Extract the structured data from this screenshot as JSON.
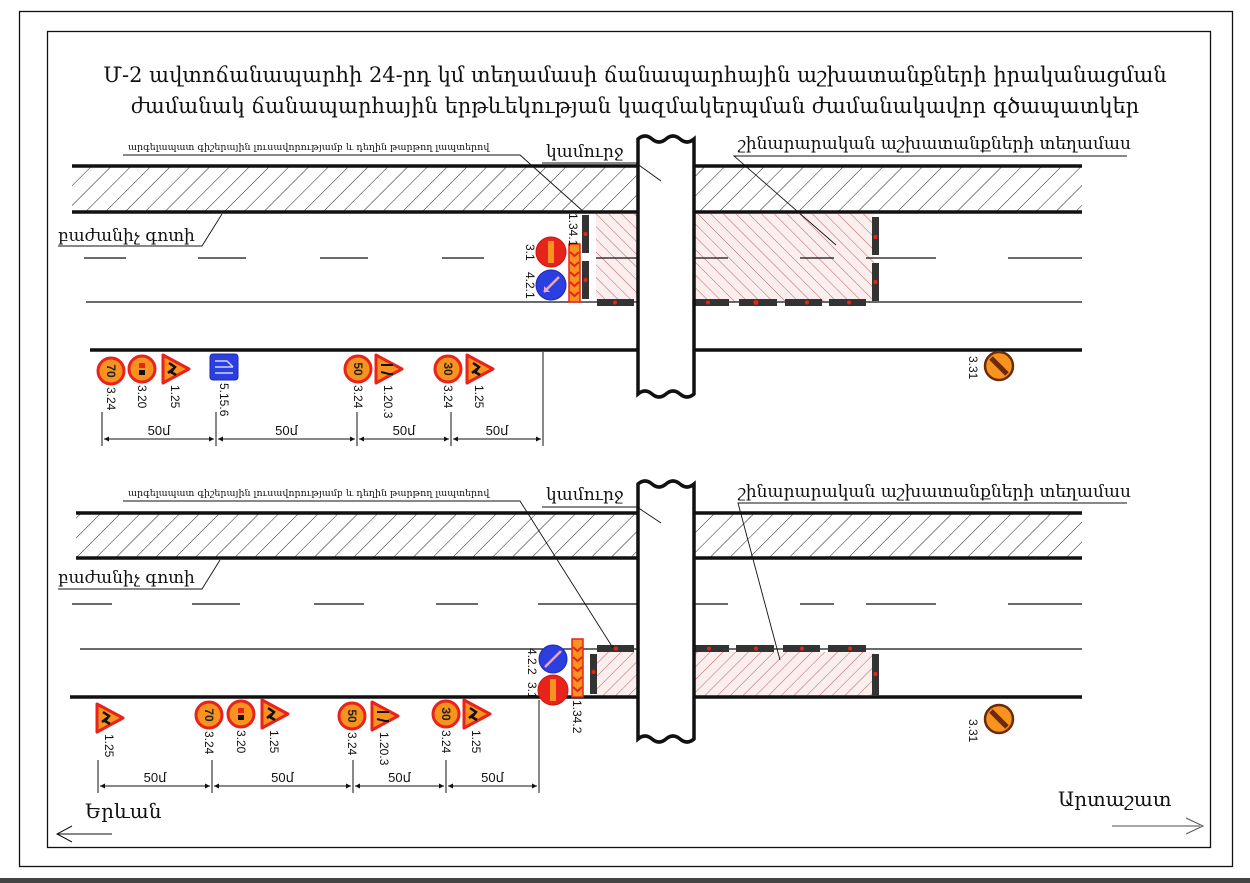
{
  "title": {
    "line1": "Մ-2 ավտոճանապարհի 24-րդ կմ տեղամասի  ճանապարհային աշխատանքների իրականացման",
    "line2": "ժամանակ  ճանապարհային երթևեկության կազմակերպման ժամանակավոր գծապատկեր"
  },
  "labels": {
    "fence_note": "արգելապատ գիշերային լուսավորությամբ և դեղին թարթող լապտերով",
    "bridge": "կամուրջ",
    "work_zone": "շինարարական աշխատանքների տեղամաս",
    "median": "բաժանիչ գոտի",
    "city_left": "Երևան",
    "city_right": "Արտաշատ"
  },
  "colors": {
    "sign_red": "#e8231c",
    "sign_orange": "#f7931e",
    "sign_blue": "#2b3ee0",
    "work_hatch": "#c0504d",
    "barrier": "#333333"
  },
  "scheme_top": {
    "near_signs": [
      {
        "code": "1.34.1",
        "type": "chevron-board"
      },
      {
        "code": "3.1",
        "type": "no-entry"
      },
      {
        "code": "4.2.1",
        "type": "keep-left"
      }
    ],
    "approach_signs": [
      {
        "code": "3.24",
        "type": "speed-limit",
        "value": "70"
      },
      {
        "code": "3.20",
        "type": "no-overtaking"
      },
      {
        "code": "1.25",
        "type": "road-works"
      },
      {
        "code": "5.15.6",
        "type": "lane-direction"
      },
      {
        "code": "3.24",
        "type": "speed-limit",
        "value": "50"
      },
      {
        "code": "1.20.3",
        "type": "road-narrows"
      },
      {
        "code": "3.24",
        "type": "speed-limit",
        "value": "30"
      },
      {
        "code": "1.25",
        "type": "road-works"
      }
    ],
    "end_sign": {
      "code": "3.31",
      "type": "end-of-restrictions"
    },
    "distances": [
      "50մ",
      "50մ",
      "50մ",
      "50մ"
    ]
  },
  "scheme_bottom": {
    "near_signs": [
      {
        "code": "4.2.2",
        "type": "keep-right"
      },
      {
        "code": "3.1",
        "type": "no-entry"
      },
      {
        "code": "1.34.2",
        "type": "chevron-board"
      }
    ],
    "approach_signs": [
      {
        "code": "1.25",
        "type": "road-works"
      },
      {
        "code": "3.24",
        "type": "speed-limit",
        "value": "70"
      },
      {
        "code": "3.20",
        "type": "no-overtaking"
      },
      {
        "code": "1.25",
        "type": "road-works"
      },
      {
        "code": "3.24",
        "type": "speed-limit",
        "value": "50"
      },
      {
        "code": "1.20.3",
        "type": "road-narrows"
      },
      {
        "code": "3.24",
        "type": "speed-limit",
        "value": "30"
      },
      {
        "code": "1.25",
        "type": "road-works"
      }
    ],
    "end_sign": {
      "code": "3.31",
      "type": "end-of-restrictions"
    },
    "distances": [
      "50մ",
      "50մ",
      "50մ",
      "50մ"
    ]
  }
}
